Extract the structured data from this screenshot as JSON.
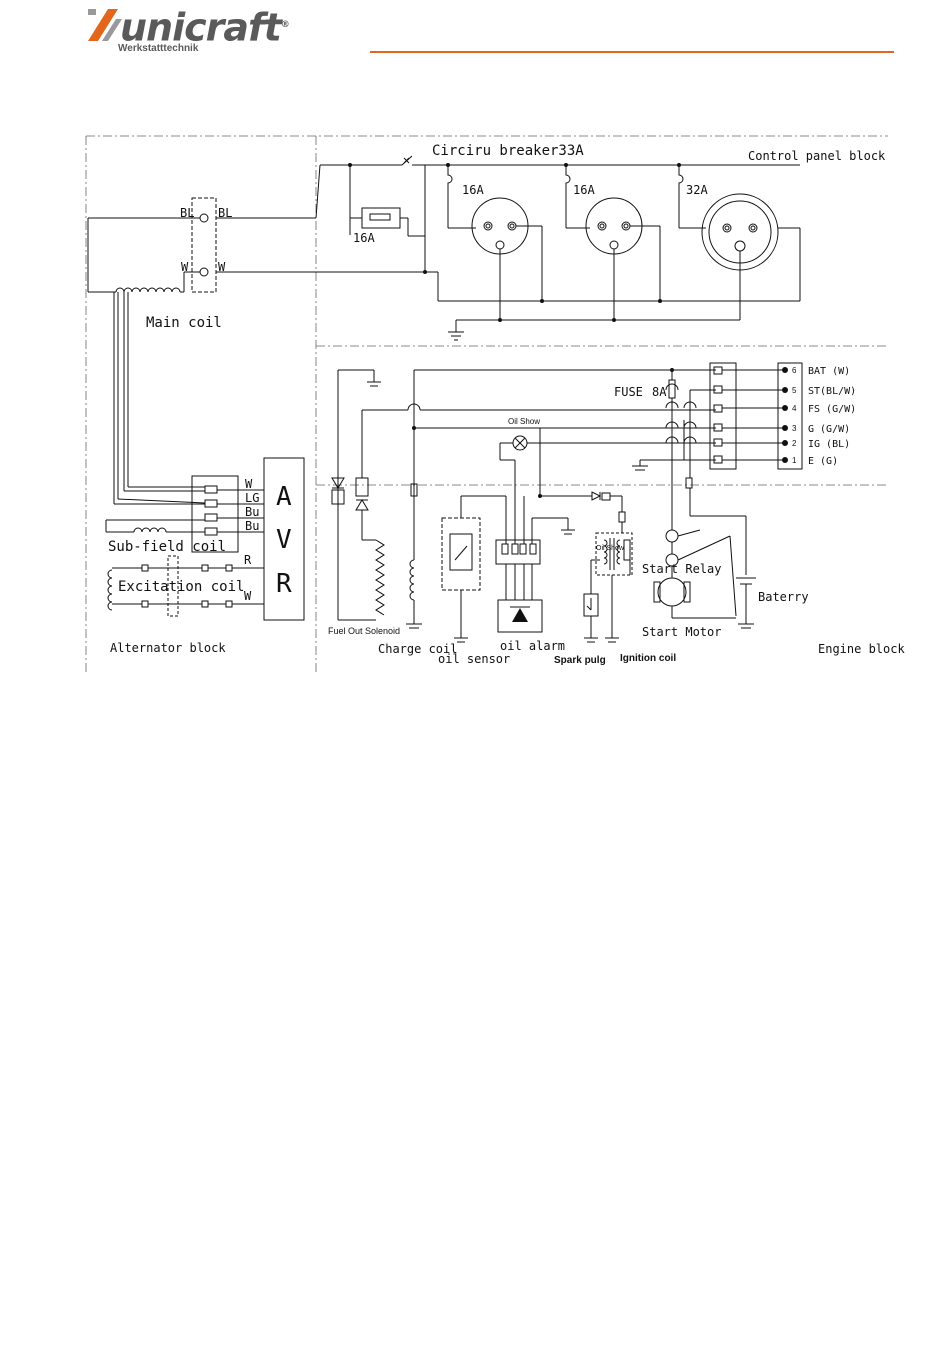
{
  "brand": {
    "name": "unicraft",
    "registered": "®",
    "subtitle": "Werkstatttechnik",
    "accent_color": "#e2661b"
  },
  "diagram": {
    "blocks": {
      "control_panel": "Control panel block",
      "alternator": "Alternator block",
      "engine": "Engine block"
    },
    "circuit_breaker": "Circiru breaker33A",
    "fuse_16a_left": "16A",
    "socket_1_rating": "16A",
    "socket_2_rating": "16A",
    "socket_3_rating": "32A",
    "main_coil": "Main coil",
    "terminal_bl_left": "BL",
    "terminal_bl_right": "BL",
    "terminal_w_left": "W",
    "terminal_w_right": "W",
    "avr_wires": [
      "W",
      "LG",
      "Bu",
      "Bu"
    ],
    "avr_letters": [
      "A",
      "V",
      "R"
    ],
    "wire_r": "R",
    "wire_w": "W",
    "sub_field_coil": "Sub-field coil",
    "excitation_coil": "Excitation coil",
    "fuse_label": "FUSE",
    "fuse_rating": "8A",
    "oil_show_1": "Oil Show",
    "oil_show_2": "Oil Show",
    "connector_pins": [
      {
        "num": "6",
        "label": "BAT (W)"
      },
      {
        "num": "5",
        "label": "ST(BL/W)"
      },
      {
        "num": "4",
        "label": "FS (G/W)"
      },
      {
        "num": "3",
        "label": "G (G/W)"
      },
      {
        "num": "2",
        "label": "IG (BL)"
      },
      {
        "num": "1",
        "label": "E (G)"
      }
    ],
    "fuel_cut_solenoid": "Fuel Out Solenoid",
    "charge_coil": "Charge coil",
    "oil_sensor": "oil sensor",
    "oil_alarm": "oil alarm",
    "spark_plug": "Spark pulg",
    "ignition_coil": "Ignition coil",
    "start_relay": "Start Relay",
    "start_motor": "Start Motor",
    "battery": "Baterry"
  }
}
